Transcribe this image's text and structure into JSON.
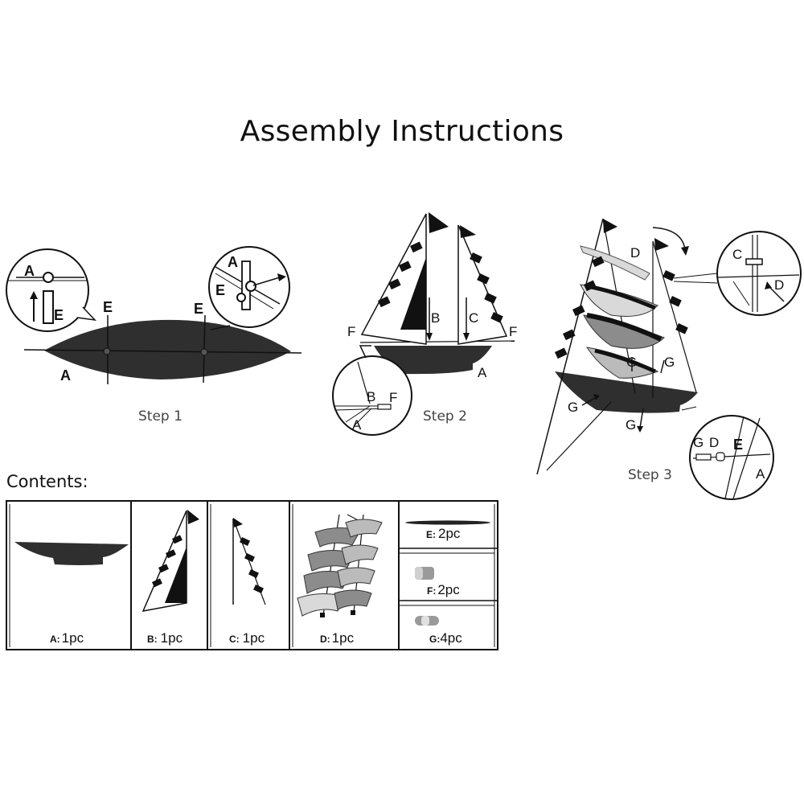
{
  "title": "Assembly Instructions",
  "steps": [
    {
      "label": "Step 1",
      "callouts": [
        "A",
        "E",
        "E",
        "A",
        "A",
        "E"
      ]
    },
    {
      "label": "Step 2",
      "callouts": [
        "B",
        "C",
        "F",
        "F",
        "A",
        "B",
        "F",
        "A"
      ]
    },
    {
      "label": "Step 3",
      "callouts": [
        "D",
        "C",
        "D",
        "G",
        "G",
        "G",
        "G",
        "G",
        "D",
        "E",
        "A"
      ]
    }
  ],
  "contents": {
    "heading": "Contents:",
    "items": [
      {
        "letter": "A",
        "sep": ":",
        "qty": "1pc"
      },
      {
        "letter": "B",
        "sep": ":",
        "qty": "1pc"
      },
      {
        "letter": "C",
        "sep": ":",
        "qty": "1pc"
      },
      {
        "letter": "D",
        "sep": ":",
        "qty": "1pc"
      },
      {
        "letter": "E",
        "sep": ":",
        "qty": "2pc"
      },
      {
        "letter": "F",
        "sep": ":",
        "qty": "2pc"
      },
      {
        "letter": "G",
        "sep": ":",
        "qty": "4pc"
      }
    ]
  },
  "colors": {
    "hull": "#2f2f2f",
    "line": "#111111",
    "sail_light": "#d9d9d9",
    "sail_mid": "#8c8c8c"
  }
}
